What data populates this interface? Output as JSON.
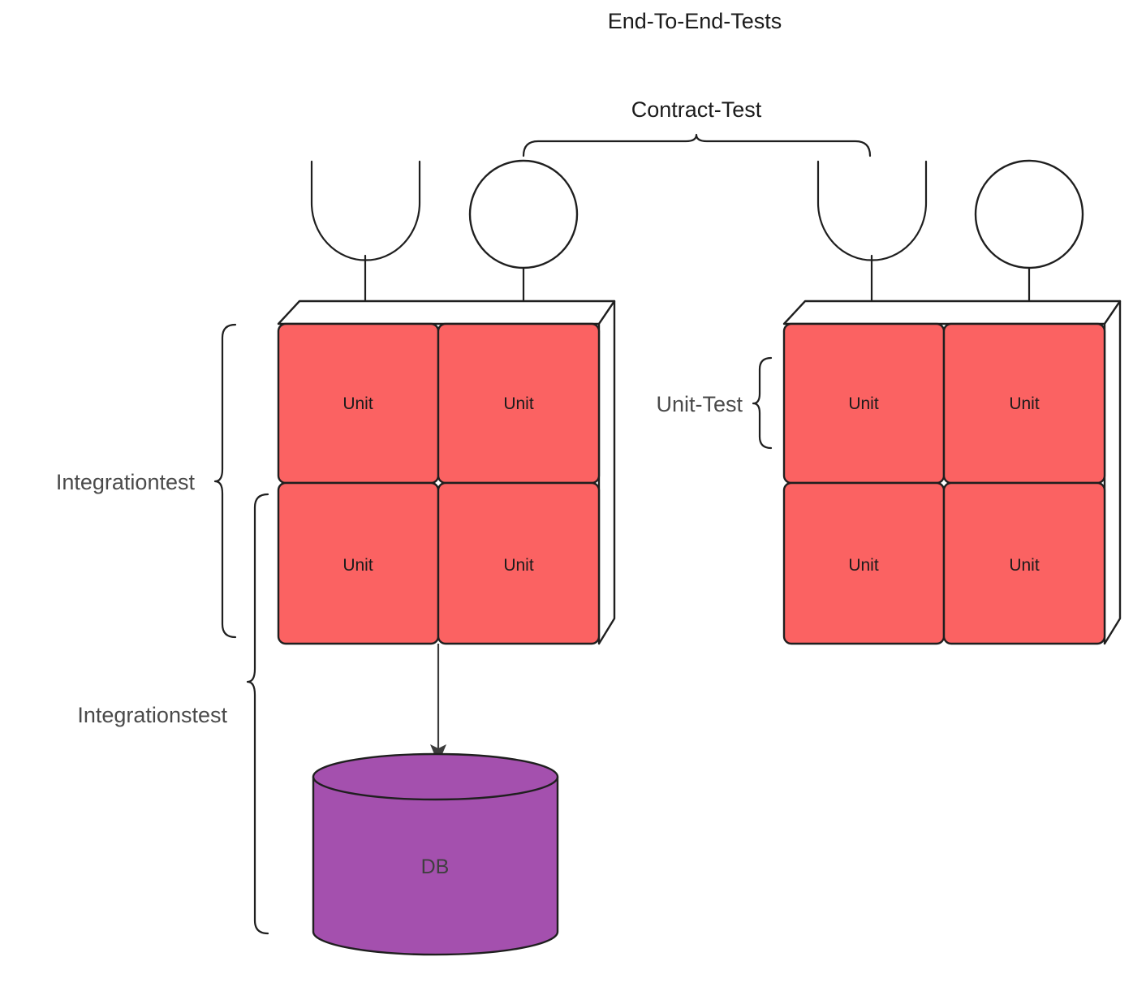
{
  "diagram": {
    "title": "End-To-End-Tests",
    "contract_test_label": "Contract-Test",
    "unit_test_label": "Unit-Test",
    "integration_label_left_upper": "Integrationtest",
    "integration_label_left_lower": "Integrationstest",
    "colors": {
      "unit_fill": "#fb6262",
      "db_fill": "#a450ae",
      "stroke": "#1f1f1f",
      "background": "#ffffff",
      "arrow": "#3c3c3c"
    }
  },
  "components": [
    {
      "id": "left-component",
      "units": [
        "Unit",
        "Unit",
        "Unit",
        "Unit"
      ],
      "interfaces": [
        {
          "kind": "required-interface",
          "shape": "socket"
        },
        {
          "kind": "provided-interface",
          "shape": "ball"
        }
      ]
    },
    {
      "id": "right-component",
      "units": [
        "Unit",
        "Unit",
        "Unit",
        "Unit"
      ],
      "interfaces": [
        {
          "kind": "required-interface",
          "shape": "socket"
        },
        {
          "kind": "provided-interface",
          "shape": "ball"
        }
      ]
    }
  ],
  "database": {
    "label": "DB"
  },
  "unit_labels": {
    "left": {
      "top_left": "Unit",
      "top_right": "Unit",
      "bottom_left": "Unit",
      "bottom_right": "Unit"
    },
    "right": {
      "top_left": "Unit",
      "top_right": "Unit",
      "bottom_left": "Unit",
      "bottom_right": "Unit"
    }
  }
}
